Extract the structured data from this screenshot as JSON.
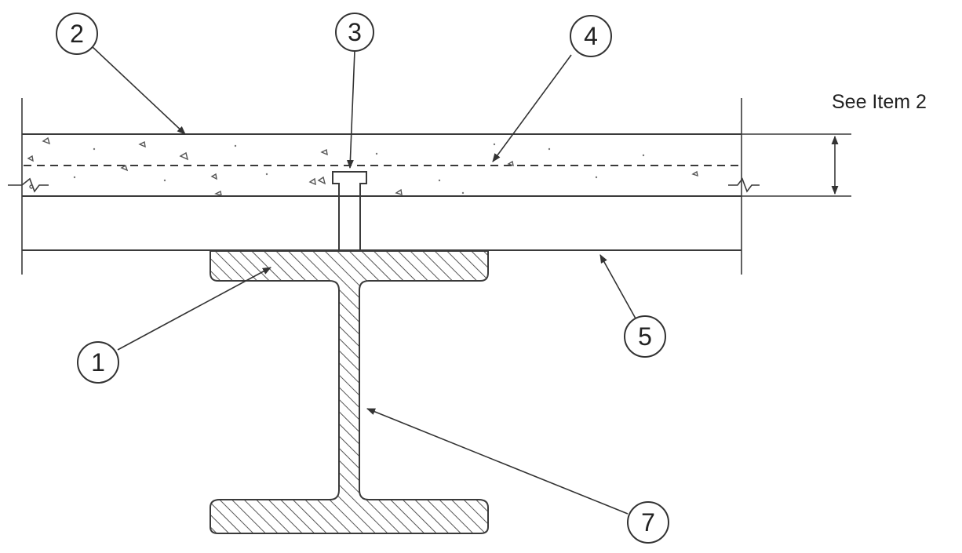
{
  "callouts": [
    {
      "id": "1",
      "label": "1"
    },
    {
      "id": "2",
      "label": "2"
    },
    {
      "id": "3",
      "label": "3"
    },
    {
      "id": "4",
      "label": "4"
    },
    {
      "id": "5",
      "label": "5"
    },
    {
      "id": "7",
      "label": "7"
    }
  ],
  "note": "See Item 2",
  "colors": {
    "ink": "#3a3a3a",
    "background": "#ffffff"
  }
}
